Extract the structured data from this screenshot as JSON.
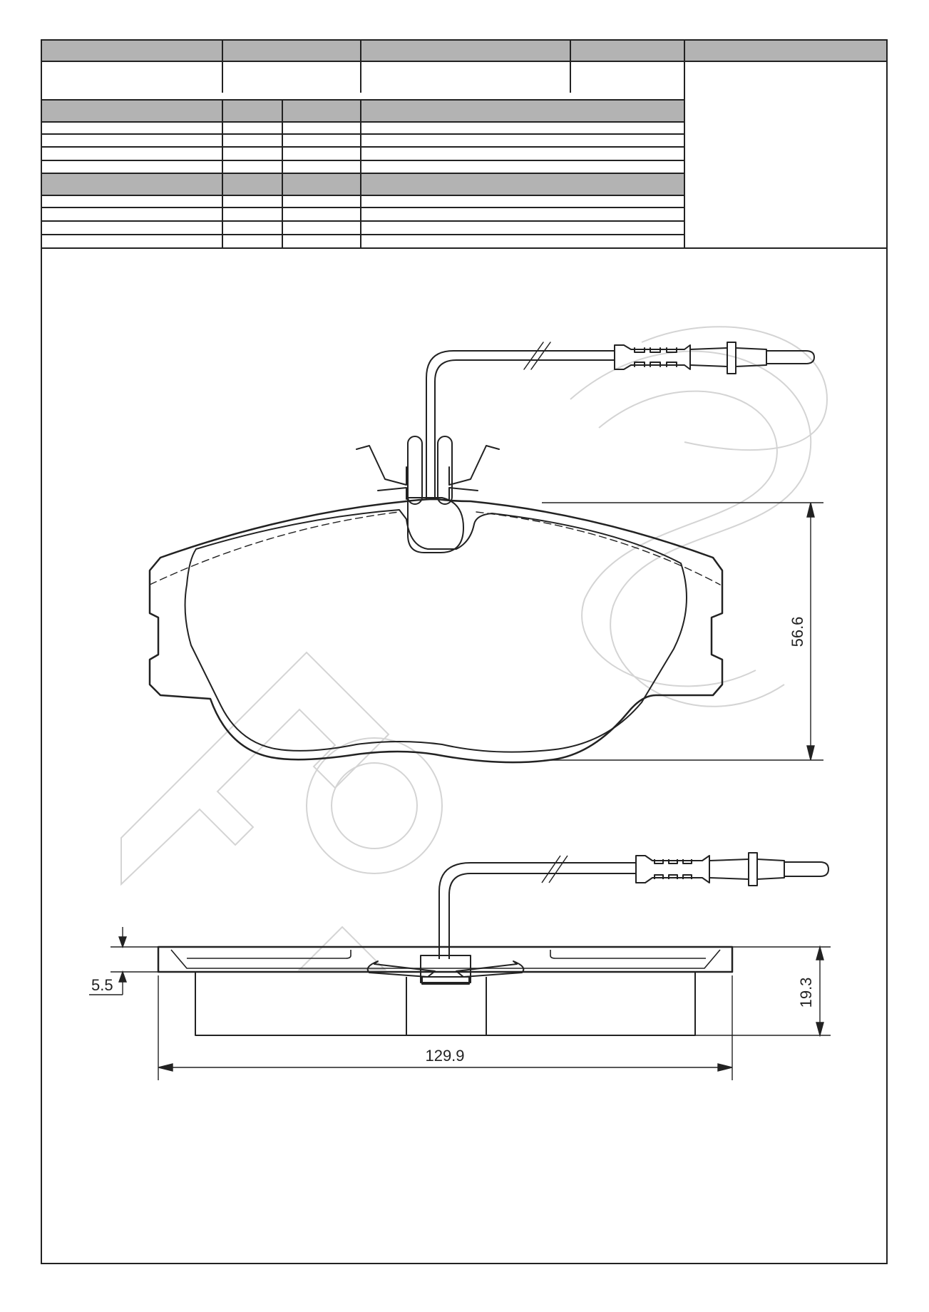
{
  "title_block": {
    "header_row": [
      "",
      "",
      "",
      "",
      ""
    ],
    "info_row": [
      "",
      "",
      "",
      ""
    ],
    "section_1": {
      "header": [
        "",
        "",
        "",
        ""
      ],
      "rows": [
        [
          "",
          "",
          "",
          ""
        ],
        [
          "",
          "",
          "",
          ""
        ],
        [
          "",
          "",
          "",
          ""
        ],
        [
          "",
          "",
          "",
          ""
        ]
      ]
    },
    "section_2": {
      "header": [
        "",
        "",
        "",
        ""
      ],
      "rows": [
        [
          "",
          "",
          "",
          ""
        ],
        [
          "",
          "",
          "",
          ""
        ],
        [
          "",
          "",
          "",
          ""
        ],
        [
          "",
          "",
          "",
          ""
        ]
      ]
    }
  },
  "dimensions": {
    "height": "56.6",
    "thickness_backplate": "5.5",
    "thickness_total": "19.3",
    "width": "129.9"
  },
  "colors": {
    "line": "#222222",
    "header_fill": "#b3b3b3",
    "watermark": "#d4d4d4"
  }
}
